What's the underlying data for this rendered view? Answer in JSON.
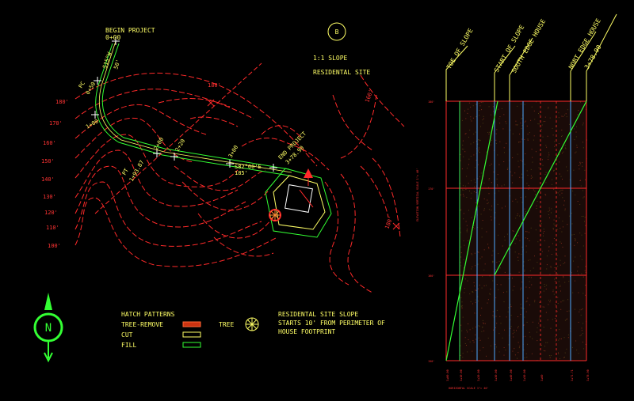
{
  "colors": {
    "background": "#000000",
    "text": "#ffff66",
    "contour": "#ff2a2a",
    "alignment": "#33ff33",
    "grid_blue": "#4fa9ff",
    "grid_red": "#ff2a2a",
    "marker": "#ffffff"
  },
  "plan": {
    "section_marker": "B",
    "begin_label": "BEGIN PROJECT",
    "begin_station": "0+00",
    "bearing_top": "S15°W",
    "bearing_top_dist": "50'",
    "pc_label": "PC",
    "pc_station": "0+50",
    "sta_100": "1+00",
    "sta_200": "2+00",
    "sta_220": "2+20",
    "pt_label": "PT",
    "pt_station": "1+93.87",
    "sta_300": "3+00",
    "bearing_main": "S82°00'E",
    "bearing_main_dist": "185'",
    "end_label": "END PROJECT",
    "end_station": "3+78.90",
    "slope_title": "1:1 SLOPE",
    "site_title": "RESIDENTAL SITE",
    "contours_left": [
      "180'",
      "170'",
      "160'",
      "150'",
      "140'",
      "130'",
      "120'",
      "110'",
      "100'"
    ],
    "contour_top": "180'",
    "contour_right_a": "160'",
    "contour_right_b": "180'"
  },
  "legend": {
    "title": "HATCH PATTERNS",
    "items": [
      {
        "label": "TREE-REMOVE",
        "color": "#ff6633"
      },
      {
        "label": "CUT",
        "color": "#ffff66"
      },
      {
        "label": "FILL",
        "color": "#33ff33"
      }
    ],
    "tree_label": "TREE",
    "note_line1": "RESIDENTAL SITE SLOPE",
    "note_line2": "STARTS 10' FROM PERIMETER OF",
    "note_line3": "HOUSE FOOTPRINT",
    "north": "N"
  },
  "section": {
    "labels": [
      "TOE OF SLOPE",
      "START OF SLOPE",
      "SOUTH EDGE HOUSE",
      "NORT EDGE HOUSE"
    ],
    "nort_station": "3+78.90",
    "elev_top": "180'",
    "elev_mid": "170'",
    "elev_low": "160'",
    "elev_bot": "150'",
    "side_label": "ELEVATION VERTICAL SCALE 1\"= 40'",
    "bottom_label": "HORIZONTAL SCALE 1\"= 40'",
    "bottom_ticks": [
      "3+00.00",
      "3+10.00",
      "3+20.00",
      "3+30.00",
      "3+40.00",
      "3+50.00",
      "3+60",
      "3+71.71",
      "3+78.90"
    ]
  }
}
